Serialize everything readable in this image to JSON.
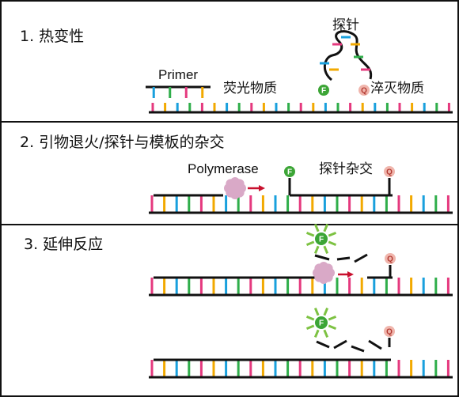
{
  "steps": [
    {
      "label": "1. 热变性"
    },
    {
      "label": "2. 引物退火/探针与模板的杂交"
    },
    {
      "label": "3. 延伸反应"
    }
  ],
  "labels": {
    "primer": "Primer",
    "probe": "探针",
    "fluorescent": "荧光物质",
    "quencher": "淬灭物质",
    "polymerase": "Polymerase",
    "probe_hybrid": "探针杂交"
  },
  "markers": {
    "fluor_letter": "F",
    "quench_letter": "Q"
  },
  "colors": {
    "strand": "#111111",
    "base_palette": [
      "#E5397E",
      "#F2A900",
      "#19A0DD",
      "#2FAE4A"
    ],
    "fluor_fill": "#3CA536",
    "quench_fill": "#F0B5AC",
    "polymerase": "#D9A9C7",
    "arrow": "#C8102E",
    "glow": "#7DC242"
  }
}
